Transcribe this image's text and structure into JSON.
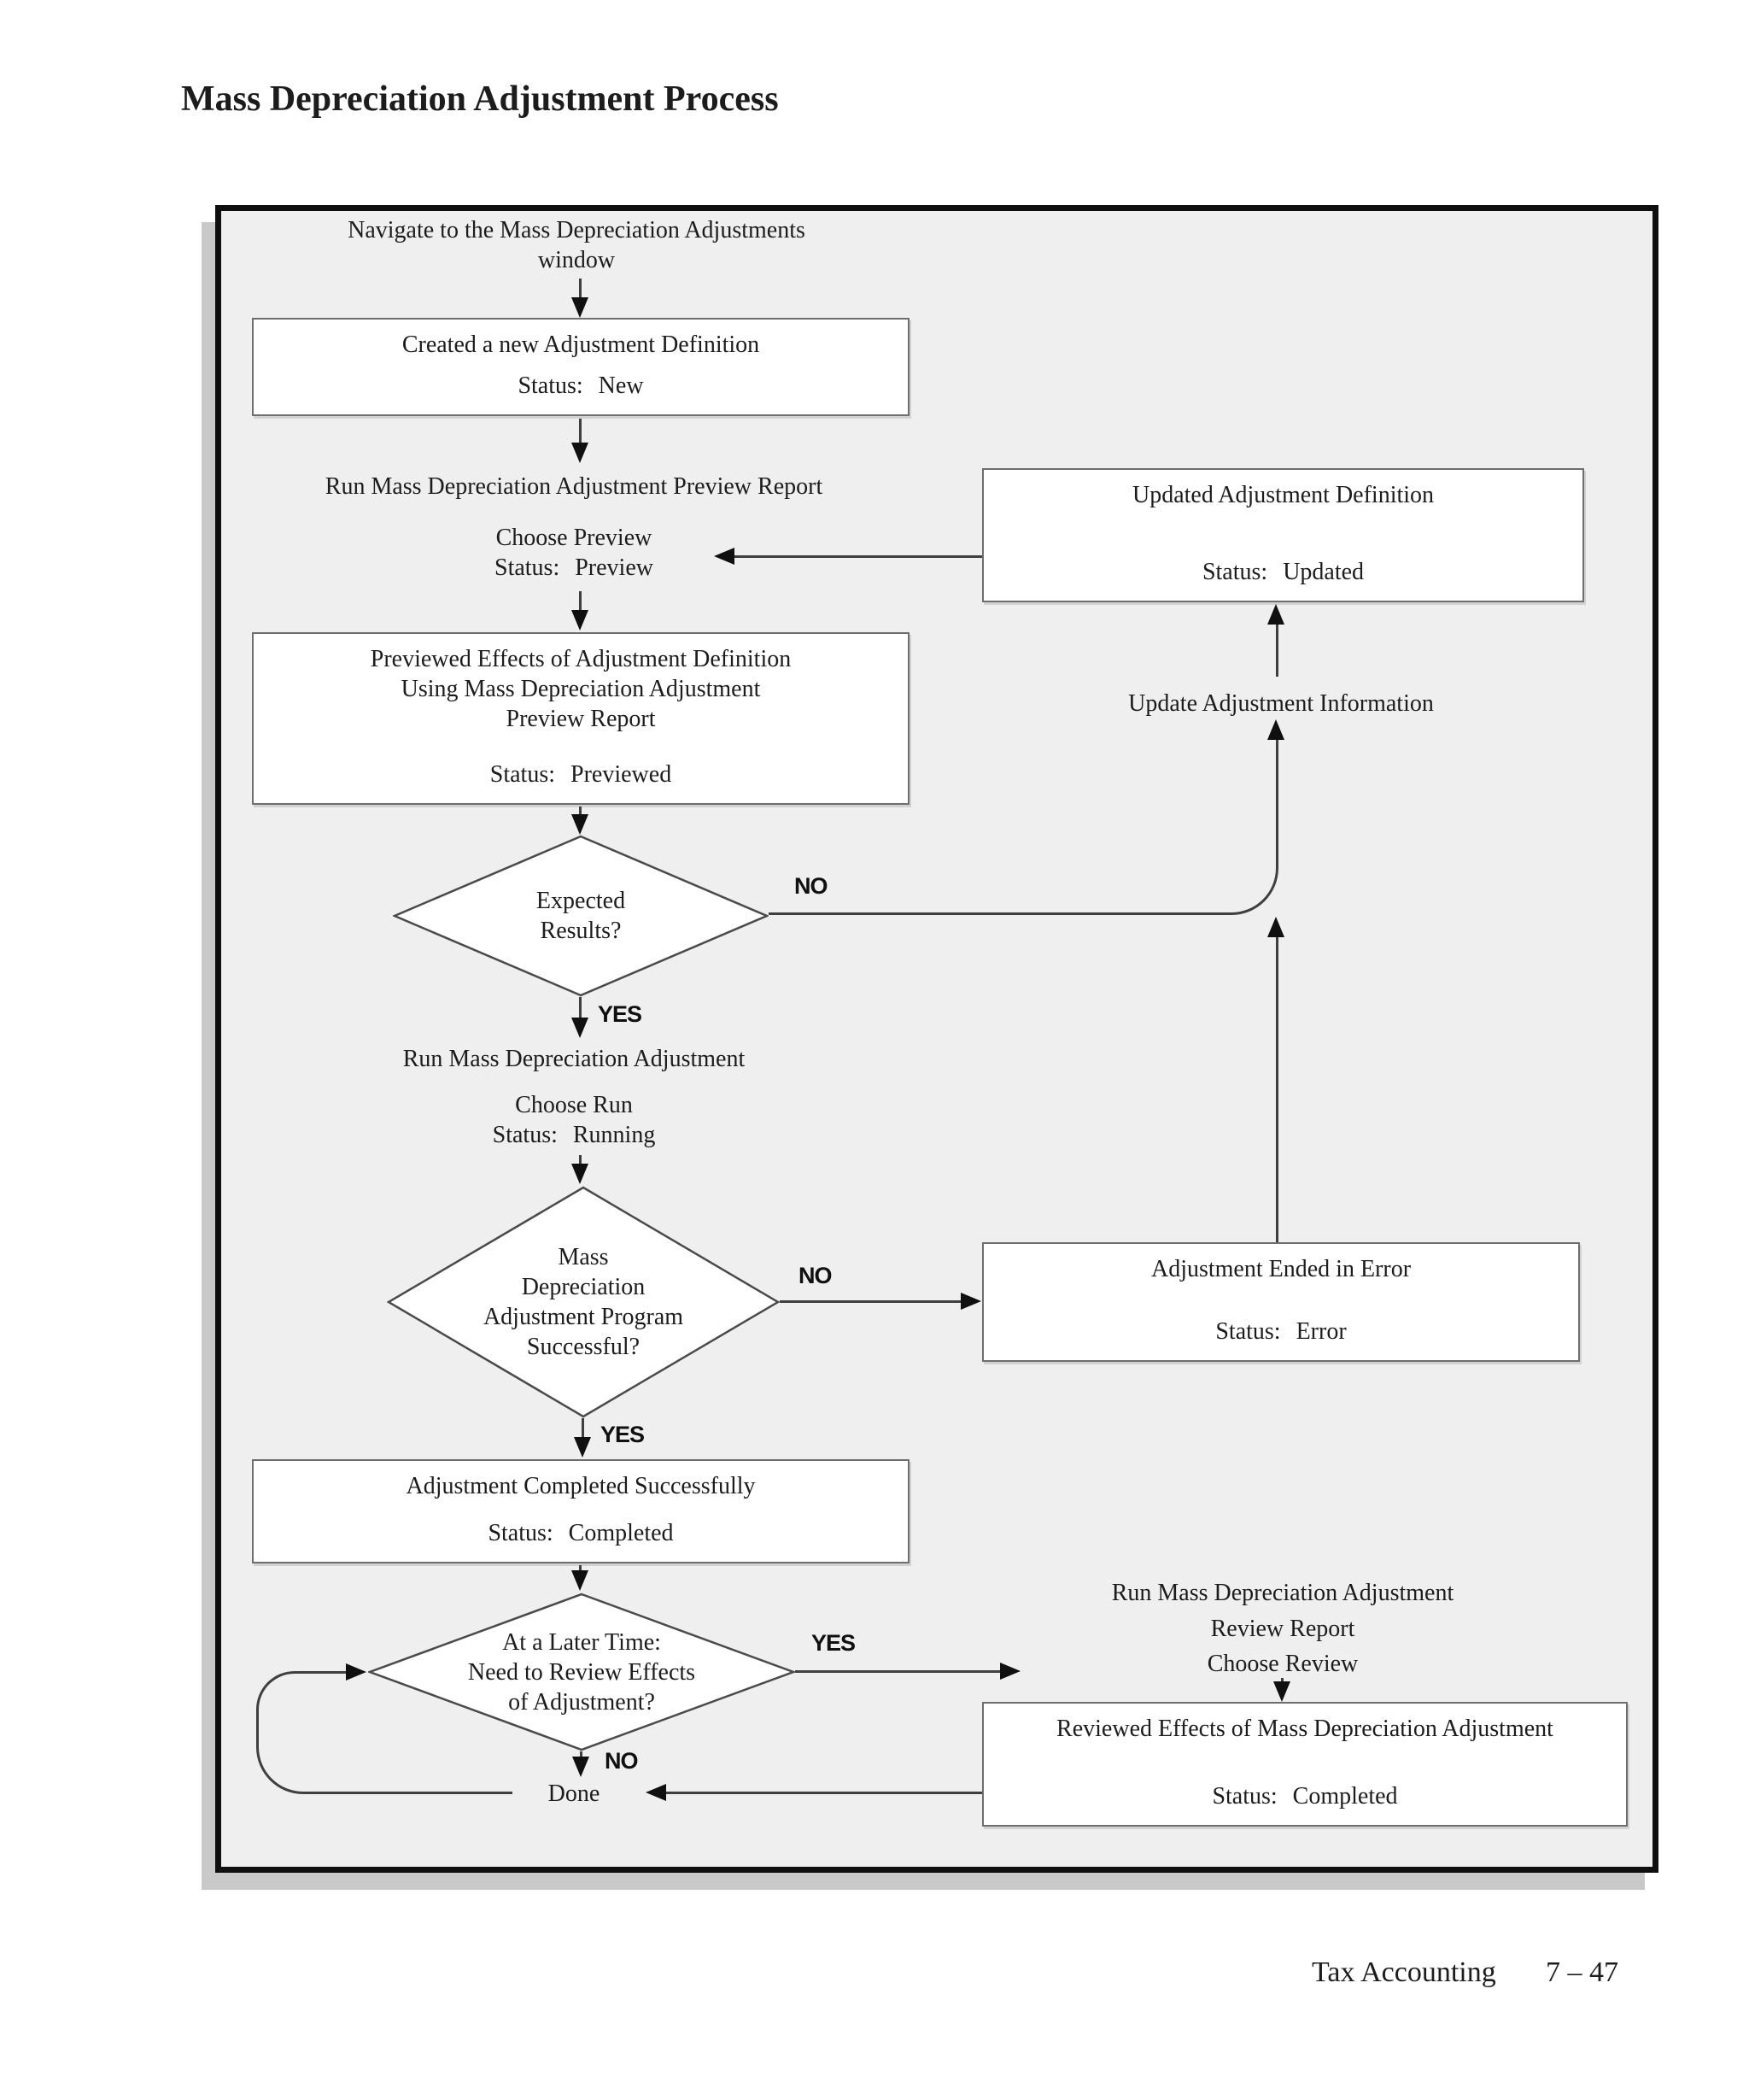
{
  "title": "Mass Depreciation Adjustment Process",
  "footer": {
    "section": "Tax Accounting",
    "page": "7 – 47"
  },
  "labels": {
    "yes": "YES",
    "no": "NO",
    "status": "Status:",
    "done": "Done"
  },
  "nodes": {
    "navigate": {
      "line1": "Navigate to the Mass Depreciation Adjustments",
      "line2": "window"
    },
    "created": {
      "title": "Created a new Adjustment Definition",
      "status": "New"
    },
    "run_preview": {
      "label": "Run Mass Depreciation Adjustment Preview Report"
    },
    "choose_preview": {
      "label": "Choose Preview",
      "status": "Preview"
    },
    "updated": {
      "title": "Updated Adjustment Definition",
      "status": "Updated"
    },
    "previewed": {
      "line1": "Previewed Effects of Adjustment Definition",
      "line2": "Using Mass Depreciation Adjustment",
      "line3": "Preview Report",
      "status": "Previewed"
    },
    "expected": {
      "line1": "Expected",
      "line2": "Results?"
    },
    "update_info": {
      "label": "Update Adjustment Information"
    },
    "run_adjustment": {
      "label": "Run Mass Depreciation Adjustment"
    },
    "choose_run": {
      "label": "Choose Run",
      "status": "Running"
    },
    "successful": {
      "line1": "Mass",
      "line2": "Depreciation",
      "line3": "Adjustment Program",
      "line4": "Successful?"
    },
    "error": {
      "title": "Adjustment Ended in Error",
      "status": "Error"
    },
    "completed": {
      "title": "Adjustment Completed Successfully",
      "status": "Completed"
    },
    "later": {
      "line1": "At a Later Time:",
      "line2": "Need to Review Effects",
      "line3": "of Adjustment?"
    },
    "review_report": {
      "line1": "Run Mass Depreciation Adjustment",
      "line2": "Review Report"
    },
    "choose_review": {
      "label": "Choose Review"
    },
    "reviewed": {
      "title": "Reviewed Effects of Mass Depreciation Adjustment",
      "status": "Completed"
    }
  }
}
